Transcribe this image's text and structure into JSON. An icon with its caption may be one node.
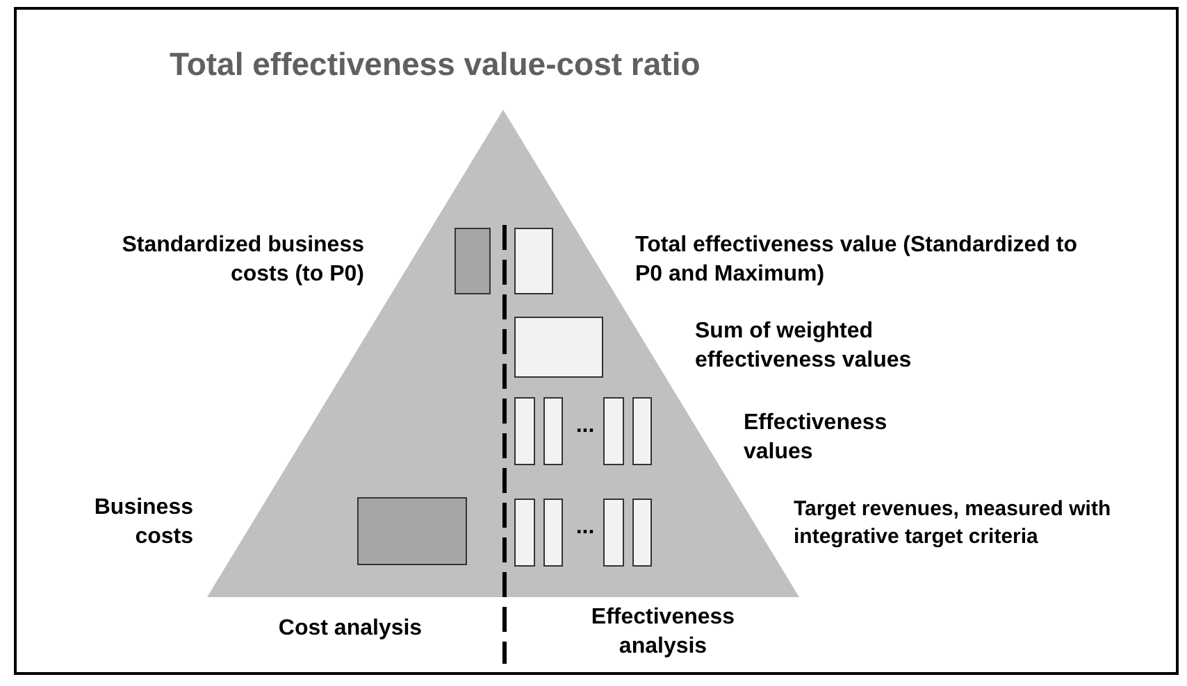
{
  "diagram": {
    "title": "Total effectiveness value-cost ratio",
    "nodes": [
      {
        "text": [],
        "shape": "triangle"
      },
      {
        "text": [],
        "shape": "box",
        "in": 0
      },
      {
        "text": [],
        "shape": "box",
        "in": 0
      },
      {
        "text": [],
        "shape": "box",
        "in": 0
      },
      {
        "text": [],
        "shape": "box",
        "in": 0
      },
      {
        "text": [],
        "shape": "box",
        "in": 0
      },
      {
        "text": [],
        "shape": "box",
        "in": 0
      },
      {
        "text": [],
        "shape": "box",
        "in": 0
      },
      {
        "text": [],
        "shape": "box",
        "in": 0
      },
      {
        "text": [],
        "shape": "box",
        "in": 0
      },
      {
        "text": [],
        "shape": "box",
        "in": 0
      },
      {
        "text": [],
        "shape": "box",
        "in": 0
      },
      {
        "text": [],
        "shape": "box",
        "in": 0
      }
    ],
    "labels": [
      "Standardized business costs (to P0)",
      "Total effectiveness value (Standardized to P0 and Maximum)",
      "Sum of weighted effectiveness values",
      "Effectiveness values",
      "...",
      "Business costs",
      "Target revenues, measured with integrative target criteria",
      "...",
      "Cost analysis",
      "Effectiveness analysis"
    ]
  }
}
